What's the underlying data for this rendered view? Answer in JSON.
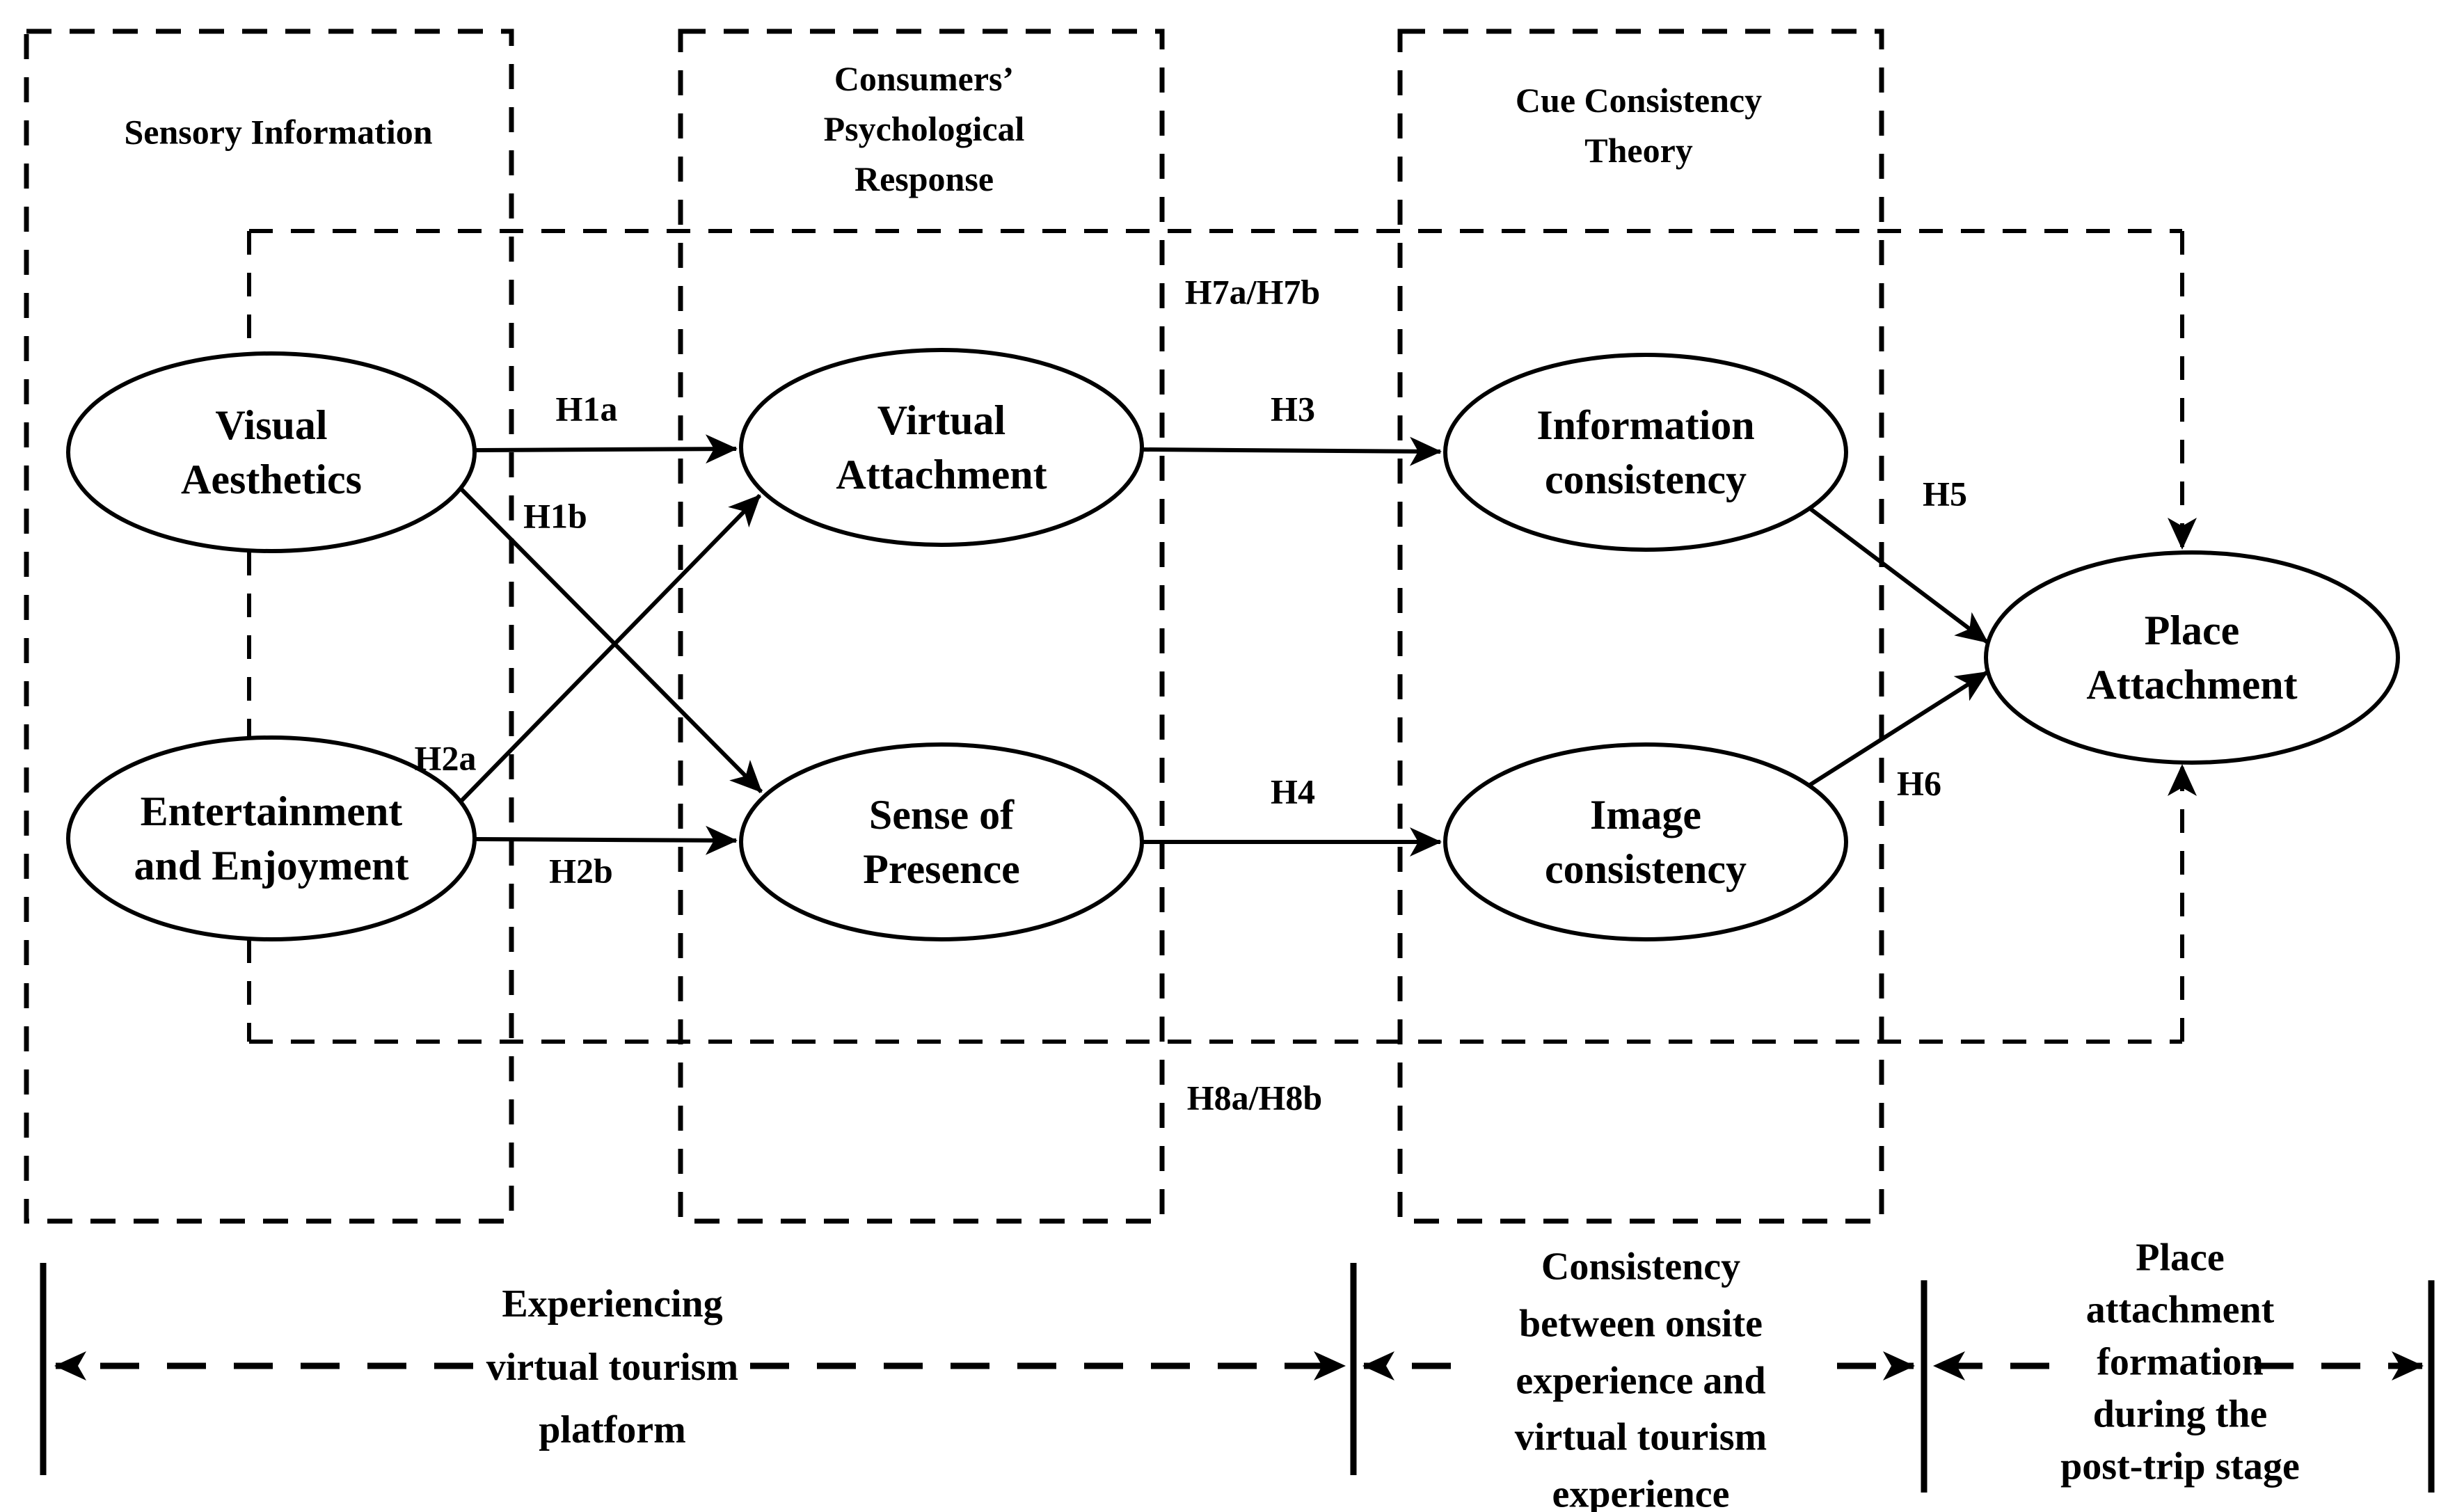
{
  "groups": [
    {
      "id": "sensory-information",
      "label": "Sensory Information"
    },
    {
      "id": "consumers-psychological-response",
      "label": "Consumers’\nPsychological\nResponse"
    },
    {
      "id": "cue-consistency-theory",
      "label": "Cue Consistency\nTheory"
    }
  ],
  "constructs": [
    {
      "id": "visual-aesthetics",
      "label": "Visual\nAesthetics"
    },
    {
      "id": "entertainment-and-enjoyment",
      "label": "Entertainment\nand Enjoyment"
    },
    {
      "id": "virtual-attachment",
      "label": "Virtual\nAttachment"
    },
    {
      "id": "sense-of-presence",
      "label": "Sense of\nPresence"
    },
    {
      "id": "information-consistency",
      "label": "Information\nconsistency"
    },
    {
      "id": "image-consistency",
      "label": "Image\nconsistency"
    },
    {
      "id": "place-attachment",
      "label": "Place\nAttachment"
    }
  ],
  "hypotheses": [
    {
      "id": "h1a",
      "label": "H1a"
    },
    {
      "id": "h1b",
      "label": "H1b"
    },
    {
      "id": "h2a",
      "label": "H2a"
    },
    {
      "id": "h2b",
      "label": "H2b"
    },
    {
      "id": "h3",
      "label": "H3"
    },
    {
      "id": "h4",
      "label": "H4"
    },
    {
      "id": "h5",
      "label": "H5"
    },
    {
      "id": "h6",
      "label": "H6"
    },
    {
      "id": "h7",
      "label": "H7a/H7b"
    },
    {
      "id": "h8",
      "label": "H8a/H8b"
    }
  ],
  "edges": [
    {
      "from": "Visual Aesthetics",
      "to": "Virtual Attachment",
      "label": "H1a",
      "style": "solid"
    },
    {
      "from": "Visual Aesthetics",
      "to": "Sense of Presence",
      "label": "H1b",
      "style": "solid"
    },
    {
      "from": "Entertainment and Enjoyment",
      "to": "Virtual Attachment",
      "label": "H2a",
      "style": "solid"
    },
    {
      "from": "Entertainment and Enjoyment",
      "to": "Sense of Presence",
      "label": "H2b",
      "style": "solid"
    },
    {
      "from": "Virtual Attachment",
      "to": "Information consistency",
      "label": "H3",
      "style": "solid"
    },
    {
      "from": "Sense of Presence",
      "to": "Image consistency",
      "label": "H4",
      "style": "solid"
    },
    {
      "from": "Information consistency",
      "to": "Place Attachment",
      "label": "H5",
      "style": "solid"
    },
    {
      "from": "Image consistency",
      "to": "Place Attachment",
      "label": "H6",
      "style": "solid"
    },
    {
      "from": "moderation-frame-top",
      "to": "Place Attachment",
      "label": "H7a/H7b",
      "style": "dashed"
    },
    {
      "from": "moderation-frame-bottom",
      "to": "Place Attachment",
      "label": "H8a/H8b",
      "style": "dashed"
    }
  ],
  "stages": [
    {
      "id": "stage-1",
      "label": "Experiencing\nvirtual tourism\nplatform"
    },
    {
      "id": "stage-2",
      "label": "Consistency\nbetween onsite\nexperience and\nvirtual tourism\nexperience"
    },
    {
      "id": "stage-3",
      "label": "Place\nattachment\nformation\nduring the\npost-trip stage"
    }
  ],
  "colors": {
    "ink": "#000000",
    "background": "#ffffff"
  }
}
